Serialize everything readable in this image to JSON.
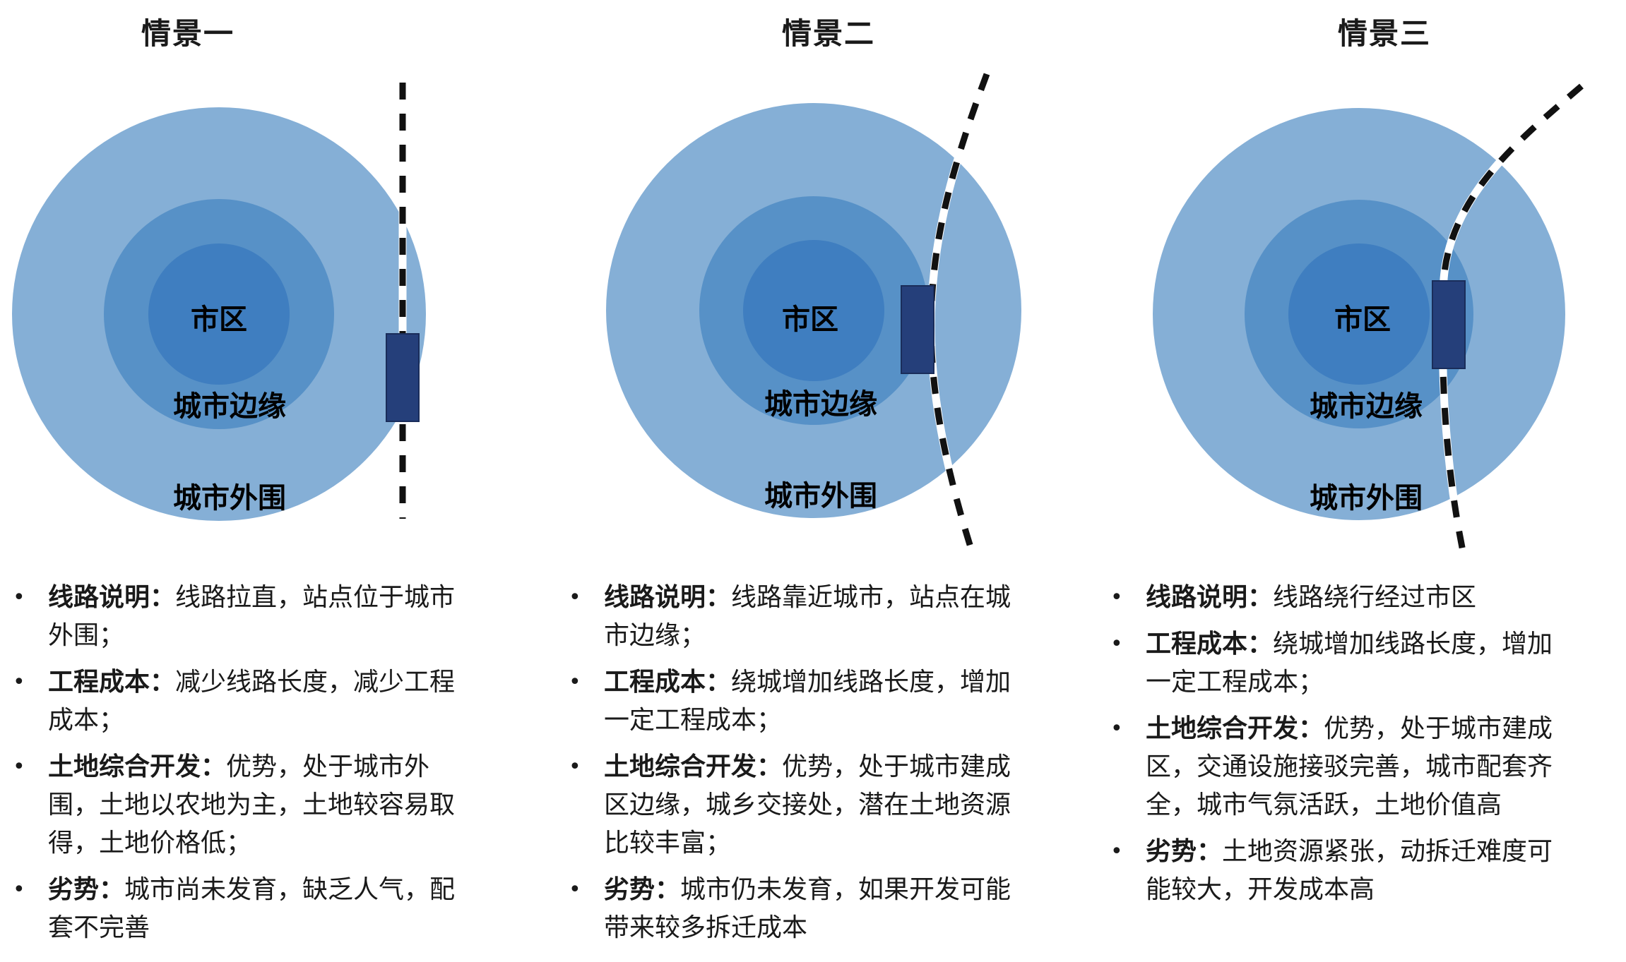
{
  "colors": {
    "outer": "#85afd6",
    "middle": "#5791c7",
    "inner": "#3f7ec0",
    "station": "#253f7a",
    "rail_dark": "#111111",
    "rail_light": "#ffffff"
  },
  "scenarios": [
    {
      "title": "情景一",
      "zones": {
        "core": "市区",
        "edge": "城市边缘",
        "outer": "城市外围"
      },
      "bullets": [
        {
          "term": "线路说明：",
          "text": "线路拉直，站点位于城市外围；"
        },
        {
          "term": "工程成本：",
          "text": "减少线路长度，减少工程成本；"
        },
        {
          "term": "土地综合开发：",
          "text": "优势，处于城市外围，土地以农地为主，土地较容易取得，土地价格低；"
        },
        {
          "term": "劣势：",
          "text": "城市尚未发育，缺乏人气，配套不完善"
        }
      ]
    },
    {
      "title": "情景二",
      "zones": {
        "core": "市区",
        "edge": "城市边缘",
        "outer": "城市外围"
      },
      "bullets": [
        {
          "term": "线路说明：",
          "text": "线路靠近城市，站点在城市边缘；"
        },
        {
          "term": "工程成本：",
          "text": "绕城增加线路长度，增加一定工程成本；"
        },
        {
          "term": "土地综合开发：",
          "text": "优势，处于城市建成区边缘，城乡交接处，潜在土地资源比较丰富；"
        },
        {
          "term": "劣势：",
          "text": "城市仍未发育，如果开发可能带来较多拆迁成本"
        }
      ]
    },
    {
      "title": "情景三",
      "zones": {
        "core": "市区",
        "edge": "城市边缘",
        "outer": "城市外围"
      },
      "bullets": [
        {
          "term": "线路说明：",
          "text": "线路绕行经过市区"
        },
        {
          "term": "工程成本：",
          "text": "绕城增加线路长度，增加一定工程成本；"
        },
        {
          "term": "土地综合开发：",
          "text": "优势，处于城市建成区，交通设施接驳完善，城市配套齐全，城市气氛活跃，土地价值高"
        },
        {
          "term": "劣势：",
          "text": "土地资源紧张，动拆迁难度可能较大，开发成本高"
        }
      ]
    }
  ]
}
